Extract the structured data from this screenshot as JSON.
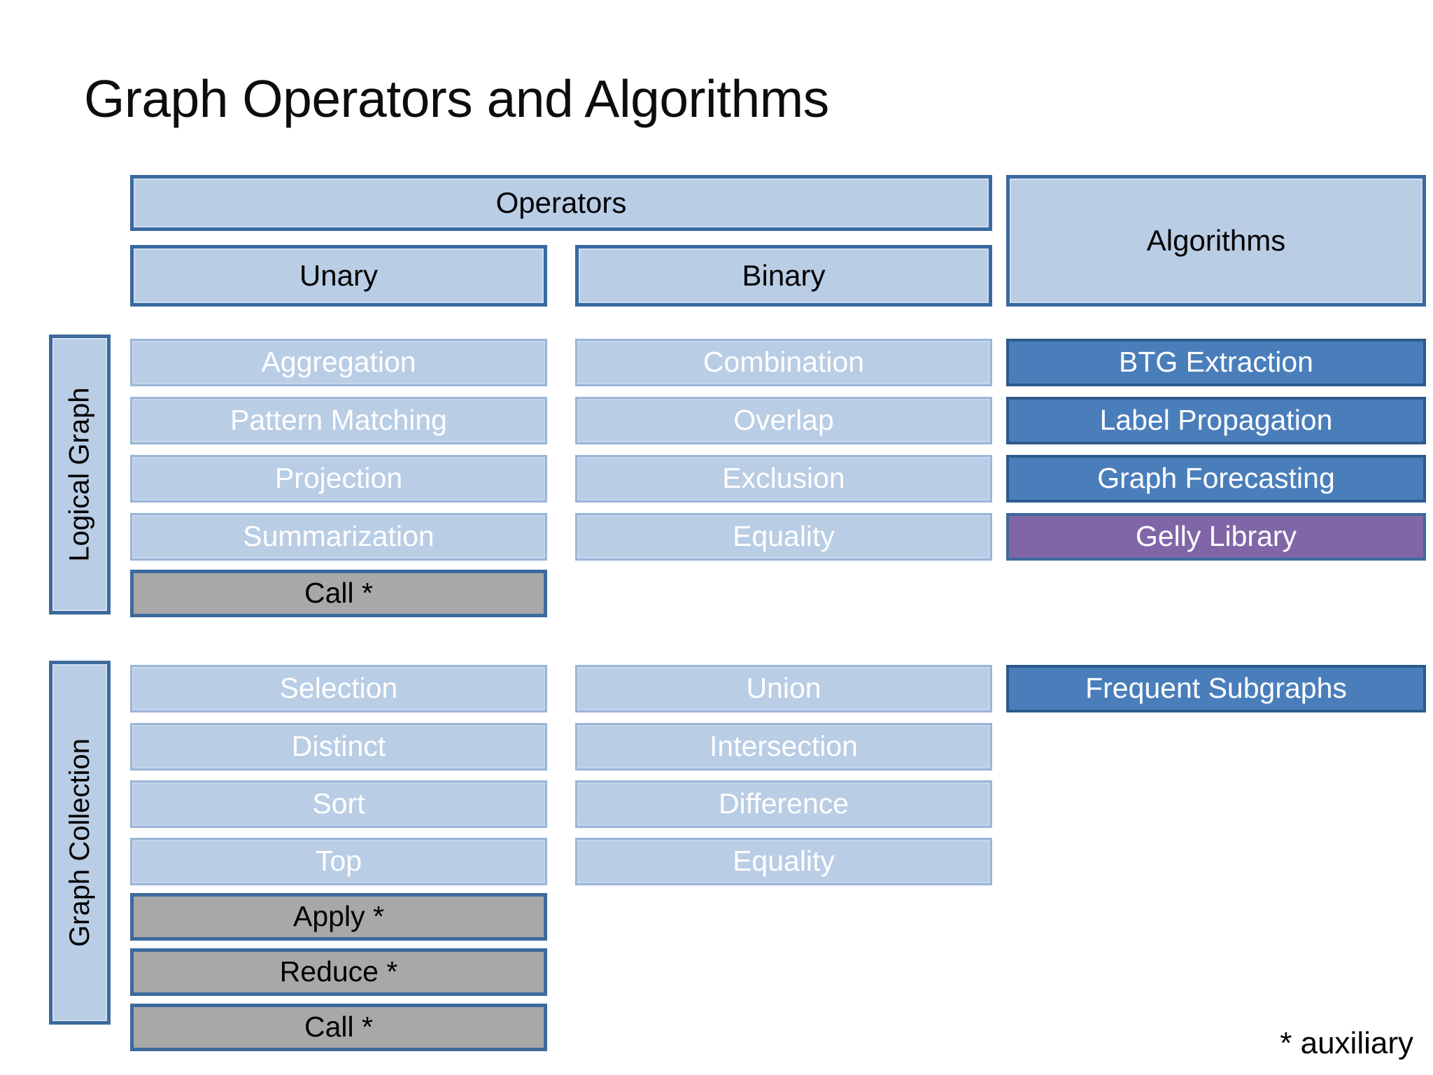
{
  "title": "Graph Operators and Algorithms",
  "headers": {
    "operators": "Operators",
    "algorithms": "Algorithms",
    "unary": "Unary",
    "binary": "Binary"
  },
  "sections": [
    {
      "side_label": "Logical Graph",
      "unary": [
        {
          "label": "Aggregation",
          "style": "pill"
        },
        {
          "label": "Pattern Matching",
          "style": "pill"
        },
        {
          "label": "Projection",
          "style": "pill"
        },
        {
          "label": "Summarization",
          "style": "pill"
        },
        {
          "label": "Call *",
          "style": "aux"
        }
      ],
      "binary": [
        {
          "label": "Combination",
          "style": "pill"
        },
        {
          "label": "Overlap",
          "style": "pill"
        },
        {
          "label": "Exclusion",
          "style": "pill"
        },
        {
          "label": "Equality",
          "style": "pill"
        }
      ],
      "algorithms": [
        {
          "label": "BTG Extraction",
          "style": "algo"
        },
        {
          "label": "Label Propagation",
          "style": "algo"
        },
        {
          "label": "Graph Forecasting",
          "style": "algo"
        },
        {
          "label": "Gelly Library",
          "style": "lib"
        }
      ]
    },
    {
      "side_label": "Graph Collection",
      "unary": [
        {
          "label": "Selection",
          "style": "pill"
        },
        {
          "label": "Distinct",
          "style": "pill"
        },
        {
          "label": "Sort",
          "style": "pill"
        },
        {
          "label": "Top",
          "style": "pill"
        },
        {
          "label": "Apply *",
          "style": "aux"
        },
        {
          "label": "Reduce *",
          "style": "aux"
        },
        {
          "label": "Call *",
          "style": "aux"
        }
      ],
      "binary": [
        {
          "label": "Union",
          "style": "pill"
        },
        {
          "label": "Intersection",
          "style": "pill"
        },
        {
          "label": "Difference",
          "style": "pill"
        },
        {
          "label": "Equality",
          "style": "pill"
        }
      ],
      "algorithms": [
        {
          "label": "Frequent Subgraphs",
          "style": "algo"
        }
      ]
    }
  ],
  "footnote": "* auxiliary",
  "colors": {
    "light_blue_fill": "#B9CDE5",
    "header_border": "#39699F",
    "pill_border": "#9AB5D8",
    "algorithm_fill": "#4A7EBB",
    "algorithm_border": "#2C5A8C",
    "library_fill": "#8066A7",
    "auxiliary_fill": "#A8A8A8",
    "auxiliary_border": "#3D6A9C",
    "background": "#FFFFFF",
    "text_dark": "#000000",
    "text_light": "#FFFFFF"
  }
}
